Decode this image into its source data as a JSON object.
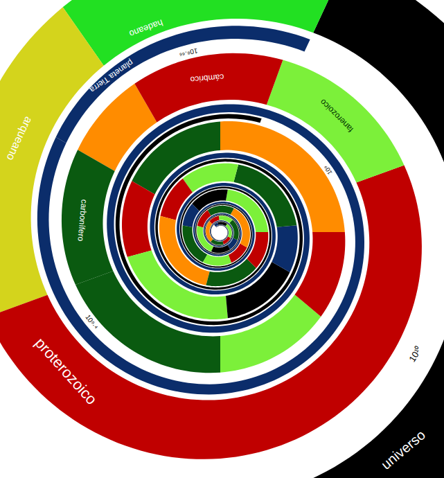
{
  "diagram": {
    "nodes": [
      {
        "text": [
          "universo"
        ]
      },
      {
        "text": [
          "planeta Tierra"
        ]
      },
      {
        "text": [
          "hadeano"
        ]
      },
      {
        "text": [
          "arqueano"
        ]
      },
      {
        "text": [
          "proterozoico"
        ]
      },
      {
        "text": [
          "fanerozoico"
        ]
      },
      {
        "text": [
          "cámbrico"
        ]
      },
      {
        "text": [
          "carbonífero"
        ]
      }
    ],
    "labels": [
      "10¹⁰",
      "10⁸·⁶⁶",
      "10⁹·⁴",
      "10⁹"
    ]
  }
}
